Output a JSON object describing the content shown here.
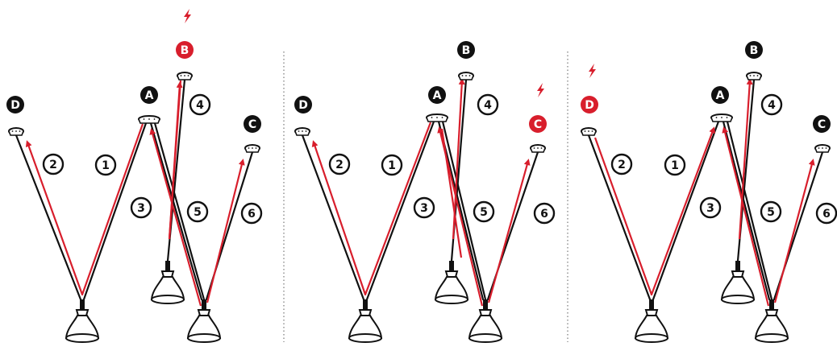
{
  "colors": {
    "black": "#111111",
    "red": "#d81e2c",
    "white": "#ffffff",
    "divider": "#777777"
  },
  "panels": [
    {
      "points": [
        {
          "id": "A",
          "label": "A",
          "hot": false
        },
        {
          "id": "B",
          "label": "B",
          "hot": true
        },
        {
          "id": "C",
          "label": "C",
          "hot": false
        },
        {
          "id": "D",
          "label": "D",
          "hot": false
        }
      ],
      "segments": [
        "1",
        "2",
        "3",
        "4",
        "5",
        "6"
      ]
    },
    {
      "points": [
        {
          "id": "A",
          "label": "A",
          "hot": false
        },
        {
          "id": "B",
          "label": "B",
          "hot": false
        },
        {
          "id": "C",
          "label": "C",
          "hot": true
        },
        {
          "id": "D",
          "label": "D",
          "hot": false
        }
      ],
      "segments": [
        "1",
        "2",
        "3",
        "4",
        "5",
        "6"
      ]
    },
    {
      "points": [
        {
          "id": "A",
          "label": "A",
          "hot": false
        },
        {
          "id": "B",
          "label": "B",
          "hot": false
        },
        {
          "id": "C",
          "label": "C",
          "hot": false
        },
        {
          "id": "D",
          "label": "D",
          "hot": true
        }
      ],
      "segments": [
        "1",
        "2",
        "3",
        "4",
        "5",
        "6"
      ]
    }
  ]
}
